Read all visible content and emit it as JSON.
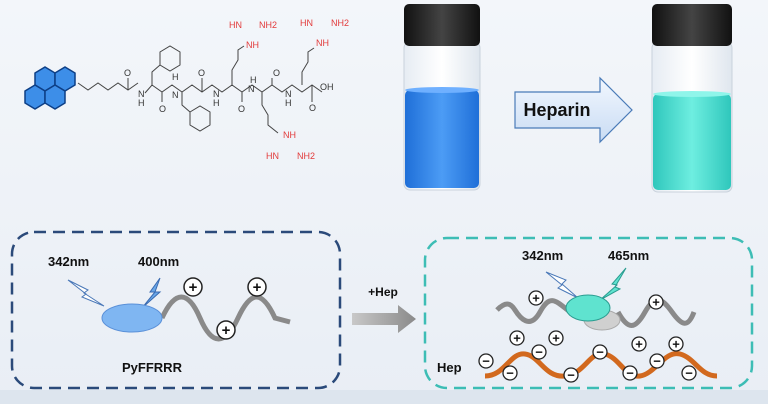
{
  "top": {
    "arrow_label": "Heparin",
    "vial_before_color": "#2f7fe8",
    "vial_after_color": "#49d8cc",
    "molecule": {
      "backbone_atoms": [
        "O",
        "N",
        "H",
        "O",
        "N",
        "H",
        "O",
        "N",
        "H",
        "O",
        "H",
        "N",
        "O",
        "N",
        "H",
        "OH",
        "O"
      ],
      "guanidine_groups": [
        {
          "imine": "HN",
          "amine": "NH2",
          "link": "NH"
        },
        {
          "imine": "HN",
          "amine": "NH2",
          "link": "NH"
        },
        {
          "imine": "HN",
          "amine": "NH2",
          "link": "NH"
        }
      ]
    }
  },
  "left_panel": {
    "excitation": "342nm",
    "emission": "400nm",
    "probe_name": "PyFFRRR",
    "plus_symbol": "+",
    "probe_color": "#7fb6f2"
  },
  "middle": {
    "label": "+Hep"
  },
  "right_panel": {
    "excitation": "342nm",
    "emission": "465nm",
    "heparin_label": "Hep",
    "plus_symbol": "+",
    "minus_symbol": "−",
    "probe_color": "#5fe3cf",
    "heparin_color": "#d2691e"
  },
  "colors": {
    "left_border": "#2b4a7a",
    "right_border": "#3dbdb5"
  }
}
